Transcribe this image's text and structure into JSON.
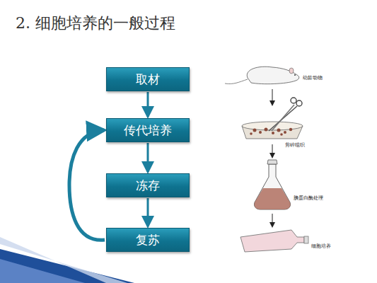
{
  "diagram": {
    "title": "2. 细胞培养的一般过程",
    "nodes": [
      {
        "text": [
          "取材"
        ]
      },
      {
        "text": [
          "传代培养"
        ]
      },
      {
        "text": [
          "冻存"
        ]
      },
      {
        "text": [
          "复苏"
        ]
      }
    ],
    "edges": [
      {
        "from": 0,
        "to": 1,
        "arrow": "to"
      },
      {
        "from": 1,
        "to": 2,
        "arrow": "to"
      },
      {
        "from": 2,
        "to": 3,
        "arrow": "to"
      },
      {
        "from": 3,
        "to": 1,
        "arrow": "to"
      }
    ],
    "labels": [
      "幼龄动物",
      "剪碎组织",
      "胰蛋白酶处理",
      "细胞培养"
    ]
  }
}
